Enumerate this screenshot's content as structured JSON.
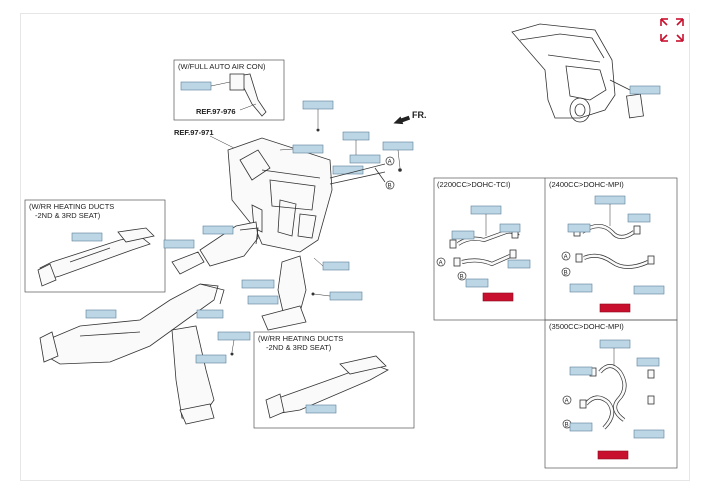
{
  "expand_icon": "expand-arrows-icon",
  "colors": {
    "label_bg": "#bcd6e6",
    "label_bg_red": "#c8102e",
    "expand_icon": "#c8102e"
  },
  "callouts": {
    "full_auto_air_con": "(W/FULL AUTO AIR CON)",
    "ref_976": "REF.97-976",
    "ref_971": "REF.97-971",
    "fr": "FR.",
    "rr_heating_top_1": "(W/RR HEATING DUCTS",
    "rr_heating_top_2": "-2ND & 3RD SEAT)",
    "rr_heating_bottom_1": "(W/RR HEATING DUCTS",
    "rr_heating_bottom_2": "-2ND & 3RD SEAT)",
    "sec_2200": "(2200CC>DOHC-TCI)",
    "sec_2400": "(2400CC>DOHC-MPI)",
    "sec_3500": "(3500CC>DOHC-MPI)",
    "letter_a": "A",
    "letter_b": "B"
  }
}
